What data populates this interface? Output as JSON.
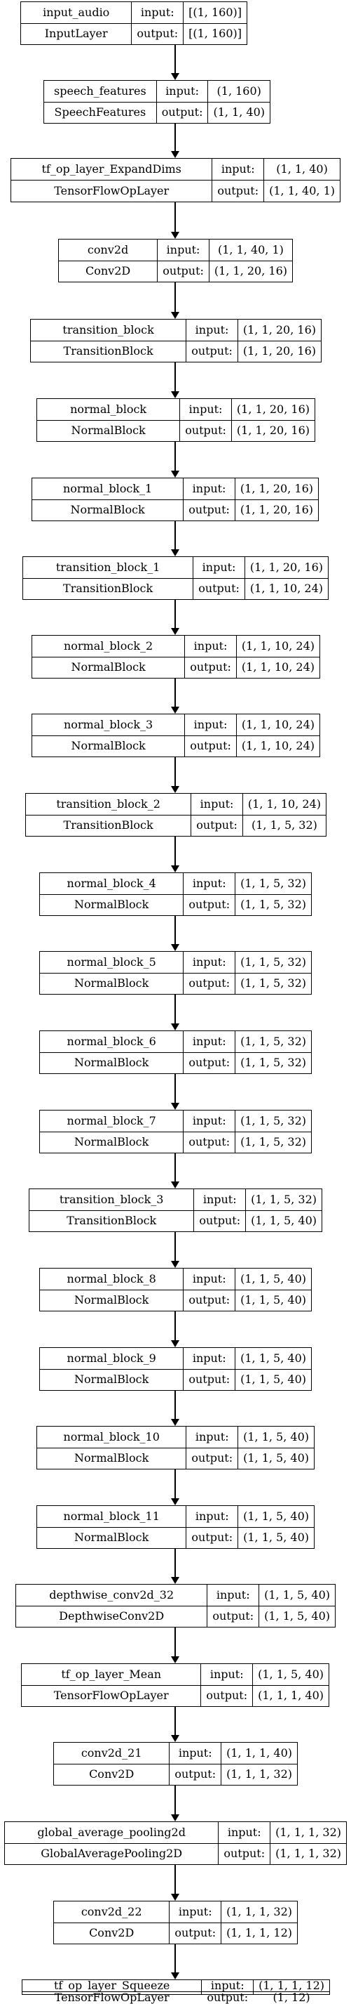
{
  "layers": [
    {
      "name": "input_audio",
      "type": "InputLayer",
      "input_label": "input:",
      "output_label": "output:",
      "input": "[(1, 160)]",
      "output": "[(1, 160)]"
    },
    {
      "name": "speech_features",
      "type": "SpeechFeatures",
      "input_label": "input:",
      "output_label": "output:",
      "input": "(1, 160)",
      "output": "(1, 1, 40)"
    },
    {
      "name": "tf_op_layer_ExpandDims",
      "type": "TensorFlowOpLayer",
      "input_label": "input:",
      "output_label": "output:",
      "input": "(1, 1, 40)",
      "output": "(1, 1, 40, 1)"
    },
    {
      "name": "conv2d",
      "type": "Conv2D",
      "input_label": "input:",
      "output_label": "output:",
      "input": "(1, 1, 40, 1)",
      "output": "(1, 1, 20, 16)"
    },
    {
      "name": "transition_block",
      "type": "TransitionBlock",
      "input_label": "input:",
      "output_label": "output:",
      "input": "(1, 1, 20, 16)",
      "output": "(1, 1, 20, 16)"
    },
    {
      "name": "normal_block",
      "type": "NormalBlock",
      "input_label": "input:",
      "output_label": "output:",
      "input": "(1, 1, 20, 16)",
      "output": "(1, 1, 20, 16)"
    },
    {
      "name": "normal_block_1",
      "type": "NormalBlock",
      "input_label": "input:",
      "output_label": "output:",
      "input": "(1, 1, 20, 16)",
      "output": "(1, 1, 20, 16)"
    },
    {
      "name": "transition_block_1",
      "type": "TransitionBlock",
      "input_label": "input:",
      "output_label": "output:",
      "input": "(1, 1, 20, 16)",
      "output": "(1, 1, 10, 24)"
    },
    {
      "name": "normal_block_2",
      "type": "NormalBlock",
      "input_label": "input:",
      "output_label": "output:",
      "input": "(1, 1, 10, 24)",
      "output": "(1, 1, 10, 24)"
    },
    {
      "name": "normal_block_3",
      "type": "NormalBlock",
      "input_label": "input:",
      "output_label": "output:",
      "input": "(1, 1, 10, 24)",
      "output": "(1, 1, 10, 24)"
    },
    {
      "name": "transition_block_2",
      "type": "TransitionBlock",
      "input_label": "input:",
      "output_label": "output:",
      "input": "(1, 1, 10, 24)",
      "output": "(1, 1, 5, 32)"
    },
    {
      "name": "normal_block_4",
      "type": "NormalBlock",
      "input_label": "input:",
      "output_label": "output:",
      "input": "(1, 1, 5, 32)",
      "output": "(1, 1, 5, 32)"
    },
    {
      "name": "normal_block_5",
      "type": "NormalBlock",
      "input_label": "input:",
      "output_label": "output:",
      "input": "(1, 1, 5, 32)",
      "output": "(1, 1, 5, 32)"
    },
    {
      "name": "normal_block_6",
      "type": "NormalBlock",
      "input_label": "input:",
      "output_label": "output:",
      "input": "(1, 1, 5, 32)",
      "output": "(1, 1, 5, 32)"
    },
    {
      "name": "normal_block_7",
      "type": "NormalBlock",
      "input_label": "input:",
      "output_label": "output:",
      "input": "(1, 1, 5, 32)",
      "output": "(1, 1, 5, 32)"
    },
    {
      "name": "transition_block_3",
      "type": "TransitionBlock",
      "input_label": "input:",
      "output_label": "output:",
      "input": "(1, 1, 5, 32)",
      "output": "(1, 1, 5, 40)"
    },
    {
      "name": "normal_block_8",
      "type": "NormalBlock",
      "input_label": "input:",
      "output_label": "output:",
      "input": "(1, 1, 5, 40)",
      "output": "(1, 1, 5, 40)"
    },
    {
      "name": "normal_block_9",
      "type": "NormalBlock",
      "input_label": "input:",
      "output_label": "output:",
      "input": "(1, 1, 5, 40)",
      "output": "(1, 1, 5, 40)"
    },
    {
      "name": "normal_block_10",
      "type": "NormalBlock",
      "input_label": "input:",
      "output_label": "output:",
      "input": "(1, 1, 5, 40)",
      "output": "(1, 1, 5, 40)"
    },
    {
      "name": "normal_block_11",
      "type": "NormalBlock",
      "input_label": "input:",
      "output_label": "output:",
      "input": "(1, 1, 5, 40)",
      "output": "(1, 1, 5, 40)"
    },
    {
      "name": "depthwise_conv2d_32",
      "type": "DepthwiseConv2D",
      "input_label": "input:",
      "output_label": "output:",
      "input": "(1, 1, 5, 40)",
      "output": "(1, 1, 5, 40)"
    },
    {
      "name": "tf_op_layer_Mean",
      "type": "TensorFlowOpLayer",
      "input_label": "input:",
      "output_label": "output:",
      "input": "(1, 1, 5, 40)",
      "output": "(1, 1, 1, 40)"
    },
    {
      "name": "conv2d_21",
      "type": "Conv2D",
      "input_label": "input:",
      "output_label": "output:",
      "input": "(1, 1, 1, 40)",
      "output": "(1, 1, 1, 32)"
    },
    {
      "name": "global_average_pooling2d",
      "type": "GlobalAveragePooling2D",
      "input_label": "input:",
      "output_label": "output:",
      "input": "(1, 1, 1, 32)",
      "output": "(1, 1, 1, 32)"
    },
    {
      "name": "conv2d_22",
      "type": "Conv2D",
      "input_label": "input:",
      "output_label": "output:",
      "input": "(1, 1, 1, 32)",
      "output": "(1, 1, 1, 12)"
    },
    {
      "name": "tf_op_layer_Squeeze",
      "type": "TensorFlowOpLayer",
      "input_label": "input:",
      "output_label": "output:",
      "input": "(1, 1, 1, 12)",
      "output": "(1, 12)"
    }
  ]
}
